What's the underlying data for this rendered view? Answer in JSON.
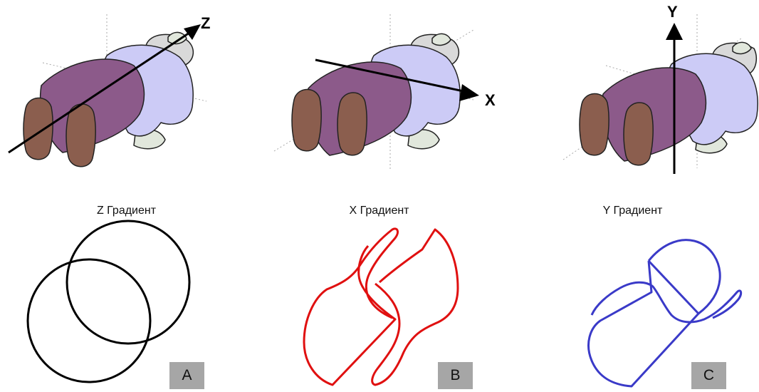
{
  "panels": [
    {
      "axis_label": "Z",
      "caption": "Z Градиент",
      "badge": "A",
      "curve_color": "#000000",
      "curve_type": "two-circles"
    },
    {
      "axis_label": "X",
      "caption": "X Градиент",
      "badge": "B",
      "curve_color": "#e01010",
      "curve_type": "saddle"
    },
    {
      "axis_label": "Y",
      "caption": "Y Градиент",
      "badge": "C",
      "curve_color": "#3a3ac8",
      "curve_type": "saddle"
    }
  ],
  "colors": {
    "shirt": "#cccbf6",
    "pants": "#8c5a8a",
    "shoes": "#8b5e4e",
    "head": "#d9d9d9",
    "hands": "#e1e7dc",
    "badge_bg": "#a6a6a6"
  }
}
